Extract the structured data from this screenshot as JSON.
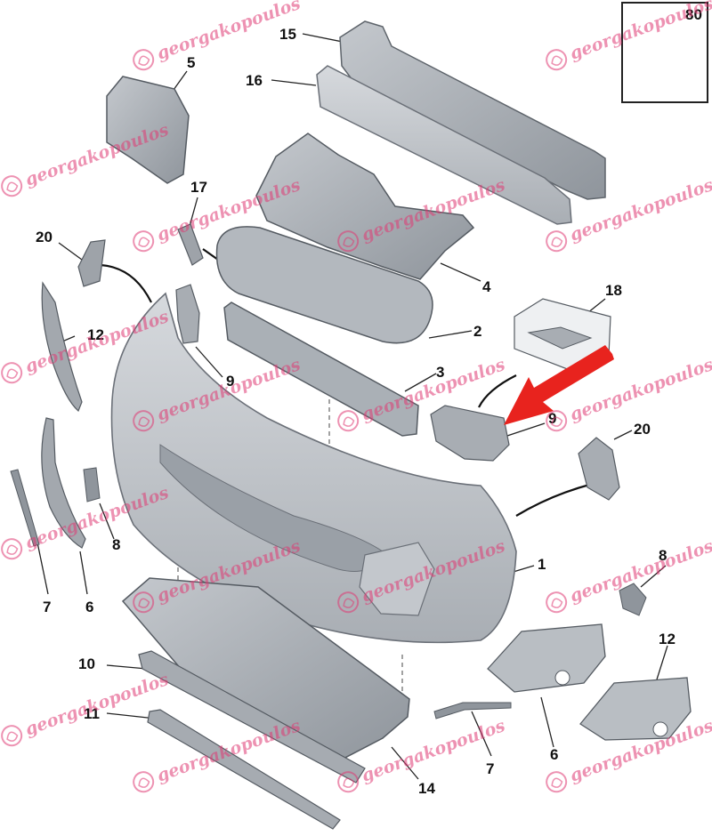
{
  "watermark": {
    "text": "georgakopoulos",
    "logo": "rose-logo"
  },
  "inset": {
    "label": "80"
  },
  "labels": {
    "l1": "1",
    "l2": "2",
    "l3": "3",
    "l4": "4",
    "l5": "5",
    "l6a": "6",
    "l6b": "6",
    "l7a": "7",
    "l7b": "7",
    "l8a": "8",
    "l8b": "8",
    "l9a": "9",
    "l9b": "9",
    "l10": "10",
    "l11": "11",
    "l12a": "12",
    "l12b": "12",
    "l14": "14",
    "l15": "15",
    "l16": "16",
    "l17": "17",
    "l18": "18",
    "l20a": "20",
    "l20b": "20"
  },
  "colors": {
    "part_fill": "#c9cdd2",
    "part_stroke": "#7b8087",
    "watermark": "#e03a74",
    "arrow": "#e8231e"
  }
}
